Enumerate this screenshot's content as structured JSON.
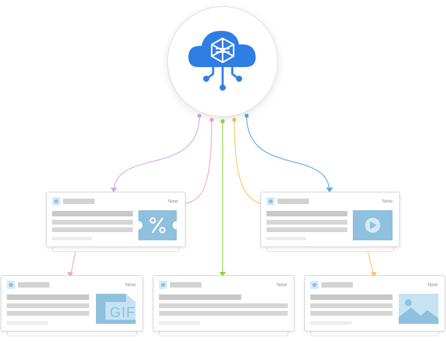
{
  "hub": {
    "icon": "cloud-network-icon",
    "color": "#2f7ee6"
  },
  "connector_colors": [
    "#d4a8e8",
    "#f0a8bf",
    "#8cd83f",
    "#f5c65a",
    "#5aa8dc"
  ],
  "cards": [
    {
      "name": "card-top-left",
      "timestamp": "Now",
      "thumbnail_icon": "coupon-percent-icon"
    },
    {
      "name": "card-top-right",
      "timestamp": "Now",
      "thumbnail_icon": "video-play-icon"
    },
    {
      "name": "card-bottom-left",
      "timestamp": "Now",
      "thumbnail_icon": "gif-file-icon",
      "thumbnail_text": "GIF"
    },
    {
      "name": "card-bottom-middle",
      "timestamp": "Now"
    },
    {
      "name": "card-bottom-right",
      "timestamp": "Now",
      "thumbnail_icon": "image-icon"
    }
  ]
}
